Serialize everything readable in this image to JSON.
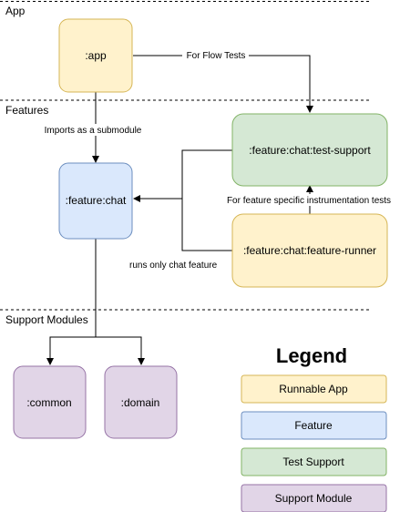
{
  "sections": {
    "app": "App",
    "features": "Features",
    "support": "Support Modules"
  },
  "nodes": {
    "app": ":app",
    "feature_chat": ":feature:chat",
    "test_support": ":feature:chat:test-support",
    "feature_runner": ":feature:chat:feature-runner",
    "common": ":common",
    "domain": ":domain"
  },
  "edges": {
    "flow_tests": "For Flow Tests",
    "imports_submodule": "Imports as a submodule",
    "instrumentation": "For feature specific instrumentation tests",
    "runs_only": "runs only chat feature"
  },
  "legend": {
    "title": "Legend",
    "items": [
      "Runnable App",
      "Feature",
      "Test Support",
      "Support Module"
    ]
  },
  "colors": {
    "runnable_app_fill": "#fff2cc",
    "runnable_app_stroke": "#d6b656",
    "feature_fill": "#dae8fc",
    "feature_stroke": "#6c8ebf",
    "test_support_fill": "#d5e8d4",
    "test_support_stroke": "#82b366",
    "support_module_fill": "#e1d5e7",
    "support_module_stroke": "#9673a6"
  }
}
